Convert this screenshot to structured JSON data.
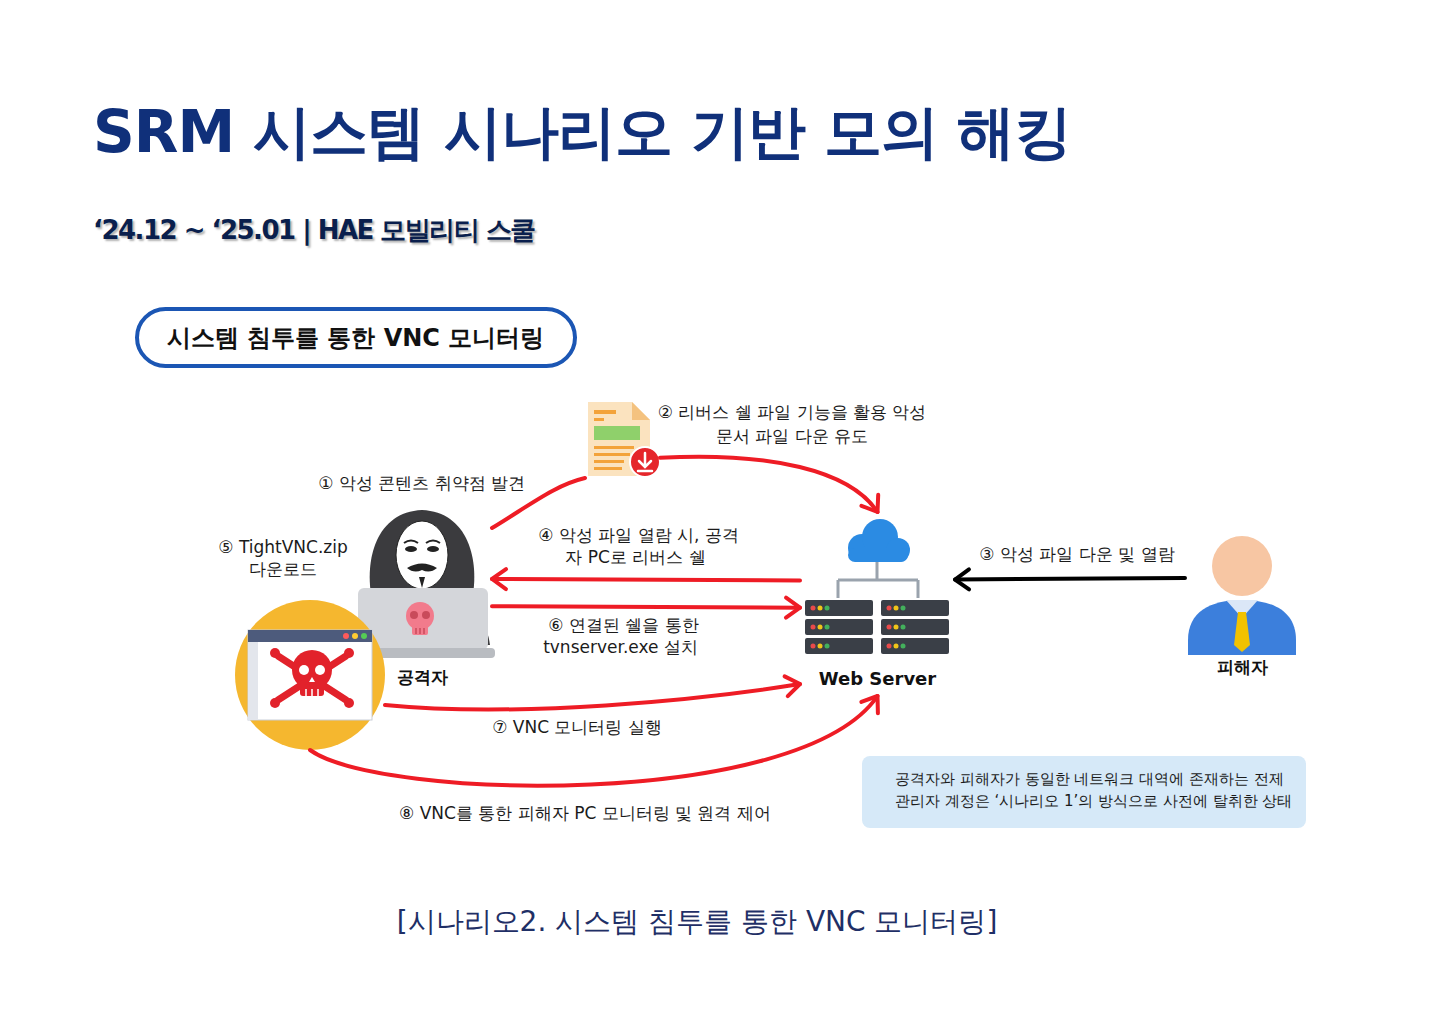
{
  "diagram": {
    "title": "SRM 시스템 시나리오 기반 모의 해킹",
    "caption": "[시나리오2. 시스템 침투를 통한 VNC 모니터링]",
    "nodes": [
      {
        "text": [
          "시스템 침투를 통한 VNC 모니터링"
        ]
      },
      {
        "text": [
          "② 리버스 쉘 파일 기능을 활용 악성 문서 파일 다운 유도"
        ]
      },
      {
        "text": [
          "공격자"
        ]
      },
      {
        "text": [
          "⑤ TightVNC.zip 다운로드"
        ]
      },
      {
        "text": [
          "Web Server"
        ]
      },
      {
        "text": [
          "피해자"
        ]
      },
      {
        "text": [
          "공격자와 피해자가 동일한 네트워크 대역에 존재하는 전제",
          "관리자 계정은 ‘시나리오 1’의 방식으로 사전에 탈취한 상태"
        ]
      }
    ],
    "edges": [
      {
        "from": 2,
        "to": 1,
        "arrow": "none",
        "label": "① 악성 콘텐츠 취약점 발견"
      },
      {
        "from": 1,
        "to": 4,
        "arrow": "to"
      },
      {
        "from": 5,
        "to": 4,
        "arrow": "to",
        "label": "③ 악성 파일 다운 및 열람"
      },
      {
        "from": 4,
        "to": 2,
        "arrow": "to",
        "label": "④ 악성 파일 열람 시, 공격자 PC로 리버스 쉘"
      },
      {
        "from": 2,
        "to": 4,
        "arrow": "to",
        "label": "⑥ 연결된 쉘을 통한 tvnserver.exe 설치"
      },
      {
        "from": 3,
        "to": 4,
        "arrow": "to",
        "label": "⑦ VNC 모니터링 실행"
      },
      {
        "from": 3,
        "to": 4,
        "arrow": "to",
        "label": "⑧ VNC를 통한 피해자 PC 모니터링 및 원격 제어"
      }
    ],
    "labels": [
      "‘24.12 ~ ‘25.01 | HAE 모빌리티 스쿨"
    ]
  }
}
